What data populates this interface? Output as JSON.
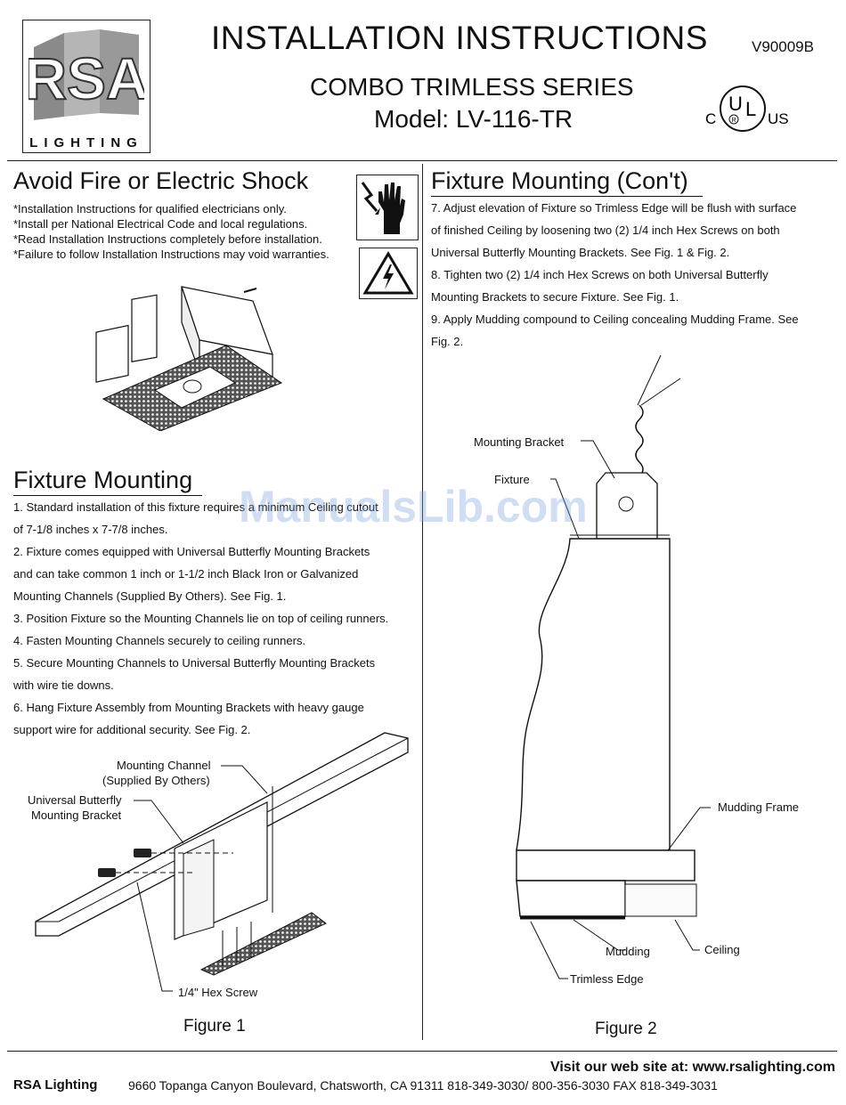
{
  "header": {
    "logo_text": "RSA",
    "logo_sub": "LIGHTING",
    "title": "INSTALLATION INSTRUCTIONS",
    "version": "V90009B",
    "series": "COMBO TRIMLESS SERIES",
    "model": "Model: LV-116-TR",
    "cert": {
      "c": "C",
      "u": "U",
      "l": "L",
      "r": "R",
      "us": "US"
    }
  },
  "left": {
    "warning_heading": "Avoid Fire or Electric Shock",
    "warnings": [
      "*Installation Instructions for qualified electricians only.",
      "*Install per National Electrical Code and local regulations.",
      "*Read Installation Instructions completely before installation.",
      "*Failure to follow Installation Instructions may void warranties."
    ],
    "mounting_heading": "Fixture Mounting",
    "steps": [
      "1. Standard installation of this fixture requires a minimum Ceiling cutout",
      "of 7-1/8 inches x 7-7/8 inches.",
      "2. Fixture comes equipped with Universal Butterfly Mounting Brackets",
      "and can take common 1 inch or 1-1/2 inch Black Iron or Galvanized",
      "Mounting Channels (Supplied By Others). See Fig. 1.",
      "3. Position Fixture so the Mounting Channels lie on top of ceiling runners.",
      "4. Fasten Mounting Channels securely to ceiling runners.",
      "5. Secure Mounting Channels to Universal Butterfly Mounting Brackets",
      "with wire tie downs.",
      "6. Hang Fixture Assembly from Mounting Brackets with heavy gauge",
      "support wire for additional security. See Fig. 2."
    ],
    "fig1": {
      "caption": "Figure 1",
      "channel_1": "Mounting Channel",
      "channel_2": "(Supplied By Others)",
      "bracket_1": "Universal Butterfly",
      "bracket_2": "Mounting Bracket",
      "screw": "1/4\" Hex Screw"
    }
  },
  "right": {
    "heading": "Fixture Mounting (Con't)",
    "steps": [
      "7. Adjust elevation of Fixture so Trimless Edge will be flush with surface",
      "of finished Ceiling by loosening two (2) 1/4 inch Hex Screws on both",
      "Universal Butterfly Mounting Brackets. See Fig. 1 & Fig. 2.",
      "8. Tighten two (2) 1/4 inch Hex Screws on both Universal Butterfly",
      "Mounting Brackets to secure Fixture. See Fig. 1.",
      "9. Apply Mudding compound to Ceiling concealing Mudding Frame. See",
      "Fig. 2."
    ],
    "fig2": {
      "caption": "Figure 2",
      "mounting_bracket": "Mounting Bracket",
      "fixture": "Fixture",
      "mudding_frame": "Mudding Frame",
      "mudding": "Mudding",
      "ceiling": "Ceiling",
      "trimless_edge": "Trimless Edge"
    }
  },
  "watermark": "ManualsLib.com",
  "footer": {
    "web": "Visit our web site at: www.rsalighting.com",
    "company": "RSA Lighting",
    "address": "9660 Topanga Canyon Boulevard, Chatsworth, CA  91311   818-349-3030/ 800-356-3030   FAX 818-349-3031"
  }
}
